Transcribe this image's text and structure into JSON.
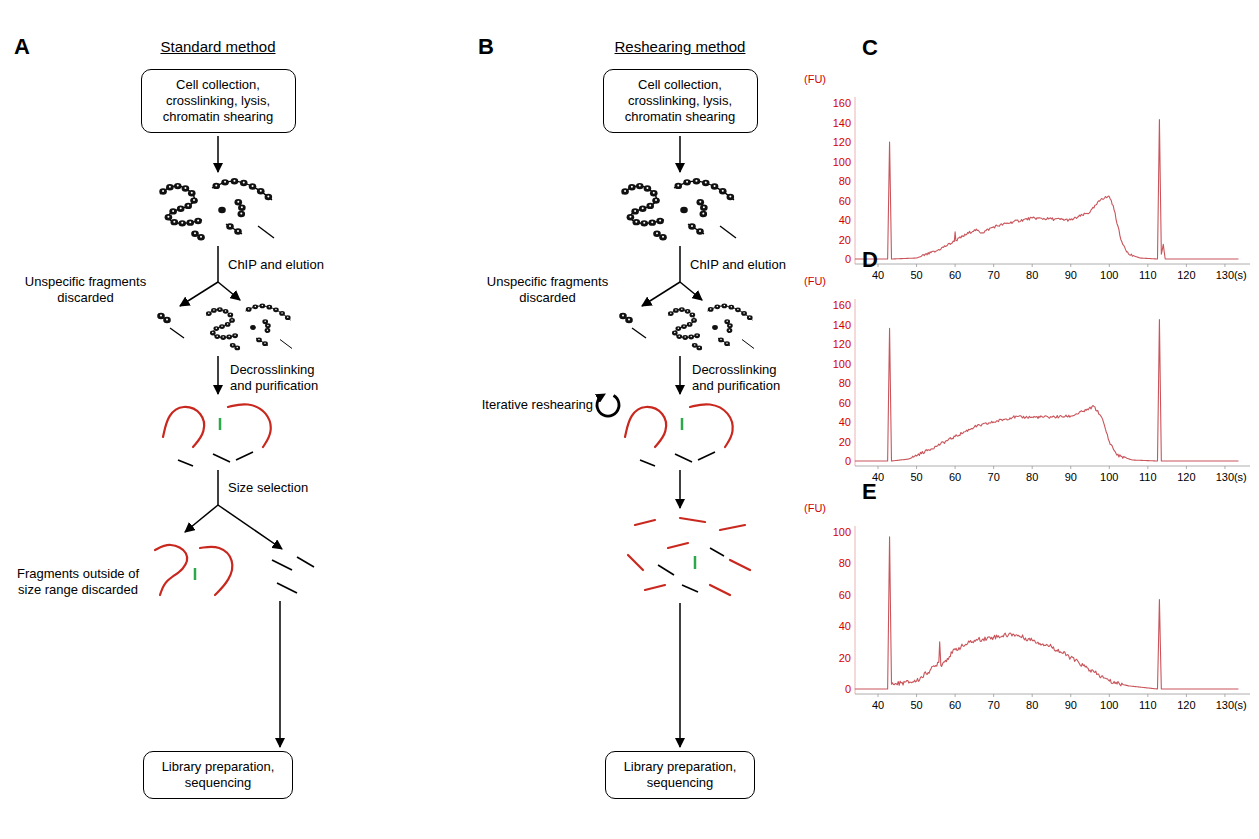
{
  "diagram": {
    "nodes": [
      {
        "text": [
          "Cell collection, crosslinking, lysis, chromatin shearing"
        ]
      },
      {
        "text": [
          "Library preparation, sequencing"
        ]
      },
      {
        "text": [
          "Cell collection, crosslinking, lysis, chromatin shearing"
        ]
      },
      {
        "text": [
          "Library preparation, sequencing"
        ]
      }
    ],
    "labels": [
      "A",
      "Standard method",
      "ChIP and elution",
      "Unspecific fragments discarded",
      "Decrosslinking and purification",
      "Size selection",
      "Fragments outside of size range discarded",
      "B",
      "Reshearing method",
      "ChIP and elution",
      "Unspecific fragments discarded",
      "Decrosslinking and purification",
      "Iterative reshearing",
      "C",
      "(FU)",
      "160",
      "140",
      "120",
      "100",
      "80",
      "60",
      "40",
      "20",
      "0",
      "40",
      "50",
      "60",
      "70",
      "80",
      "90",
      "100",
      "110",
      "120",
      "130",
      "(s)",
      "D",
      "(FU)",
      "160",
      "140",
      "120",
      "100",
      "80",
      "60",
      "40",
      "20",
      "0",
      "40",
      "50",
      "60",
      "70",
      "80",
      "90",
      "100",
      "110",
      "120",
      "130",
      "(s)",
      "E",
      "(FU)",
      "100",
      "80",
      "60",
      "40",
      "20",
      "0",
      "40",
      "50",
      "60",
      "70",
      "80",
      "90",
      "100",
      "110",
      "120",
      "130",
      "(s)"
    ]
  }
}
